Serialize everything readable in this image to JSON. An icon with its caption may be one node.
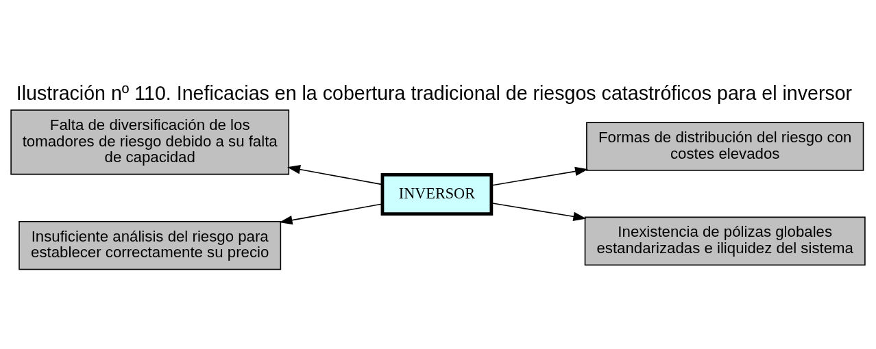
{
  "diagram": {
    "title": "Ilustración nº 110. Ineficacias en la cobertura tradicional de riesgos catastróficos para el inversor",
    "nodes": [
      {
        "text": [
          "INVERSOR"
        ]
      },
      {
        "text": [
          "Falta de diversificación de los tomadores de riesgo debido a su falta de capacidad"
        ]
      },
      {
        "text": [
          "Formas de distribución del riesgo con costes elevados"
        ]
      },
      {
        "text": [
          "Insuficiente análisis del riesgo para establecer correctamente su precio"
        ]
      },
      {
        "text": [
          "Inexistencia de pólizas globales estandarizadas e iliquidez del sistema"
        ]
      }
    ],
    "edges": [
      {
        "from": 0,
        "to": 1,
        "arrow": "to"
      },
      {
        "from": 0,
        "to": 3,
        "arrow": "to"
      },
      {
        "from": 0,
        "to": 2,
        "arrow": "to"
      },
      {
        "from": 0,
        "to": 4,
        "arrow": "to"
      }
    ]
  }
}
